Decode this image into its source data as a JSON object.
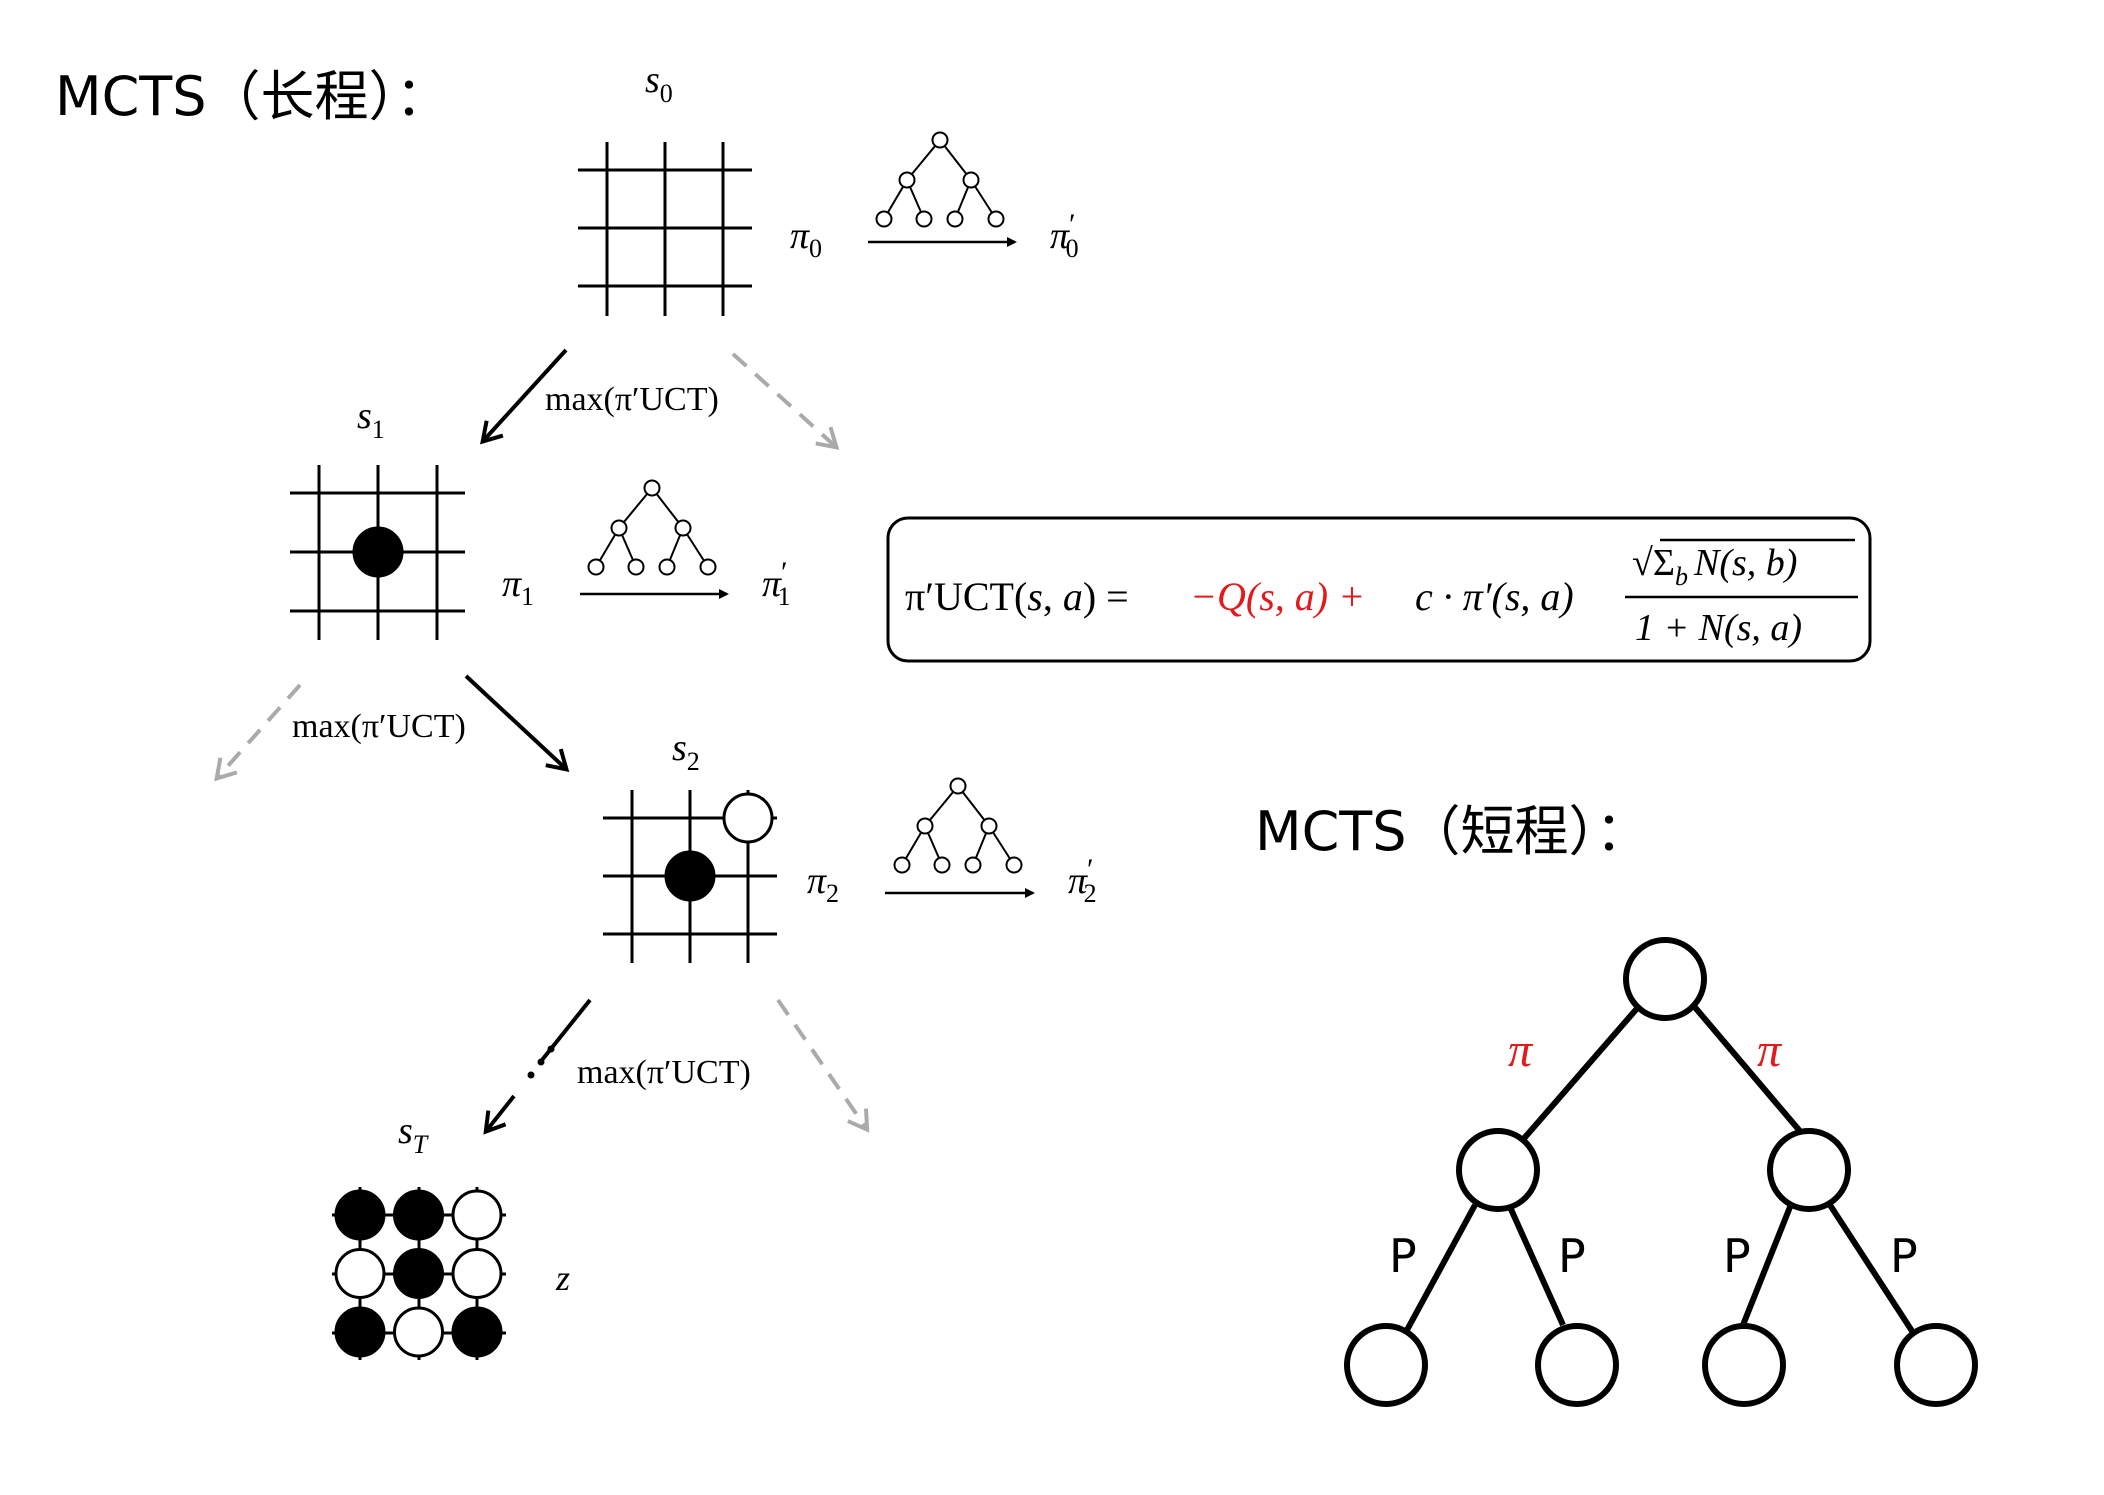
{
  "title_long": "MCTS（长程）：",
  "title_short": "MCTS（短程）：",
  "states": {
    "s0": {
      "base": "s",
      "sub": "0"
    },
    "s1": {
      "base": "s",
      "sub": "1"
    },
    "s2": {
      "base": "s",
      "sub": "2"
    },
    "sT": {
      "base": "s",
      "sub": "T"
    }
  },
  "policies": [
    {
      "in_base": "π",
      "in_sub": "0",
      "out_base": "π",
      "out_prime": "′",
      "out_sub": "0"
    },
    {
      "in_base": "π",
      "in_sub": "1",
      "out_base": "π",
      "out_prime": "′",
      "out_sub": "1"
    },
    {
      "in_base": "π",
      "in_sub": "2",
      "out_base": "π",
      "out_prime": "′",
      "out_sub": "2"
    }
  ],
  "select_label": "max(π′UCT)",
  "terminal_value": "z",
  "formula": {
    "lhs": "π′UCT(",
    "lhs_s": "s",
    "lhs_comma": ", ",
    "lhs_a": "a",
    "lhs_close": ") =",
    "q_term": "−Q(s, a) +",
    "c_term": "c · π′(s, a)",
    "numerator": "√Σ",
    "num_sub": "b",
    "num_rest": "N(s, b)",
    "denominator": "1 + N(s, a)"
  },
  "short_tree": {
    "edge_top": "π",
    "edge_bottom": "P"
  },
  "colors": {
    "accent": "#e31a1c",
    "ink": "#000000",
    "dashed": "#aaaaaa"
  },
  "boards": {
    "s1": {
      "black": [
        [
          1,
          1
        ]
      ],
      "white": []
    },
    "s2": {
      "black": [
        [
          1,
          1
        ]
      ],
      "white": [
        [
          2,
          0
        ]
      ]
    },
    "sT": {
      "black": [
        [
          0,
          0
        ],
        [
          1,
          0
        ],
        [
          1,
          1
        ],
        [
          0,
          2
        ],
        [
          2,
          2
        ]
      ],
      "white": [
        [
          2,
          0
        ],
        [
          0,
          1
        ],
        [
          2,
          1
        ],
        [
          1,
          2
        ]
      ]
    }
  }
}
